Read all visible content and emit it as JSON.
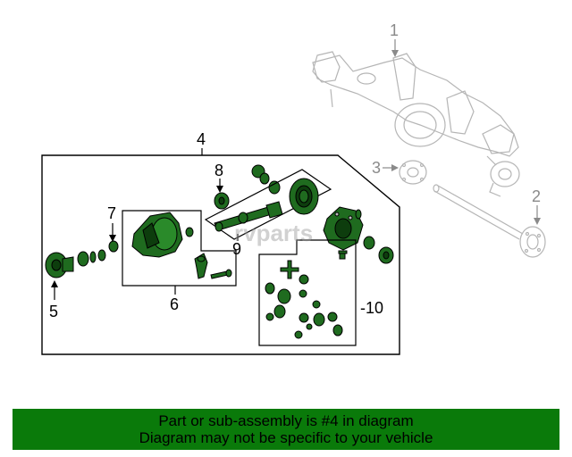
{
  "callouts": {
    "c1": "1",
    "c2": "2",
    "c3": "3",
    "c4": "4",
    "c5": "5",
    "c6": "6",
    "c7": "7",
    "c8": "8",
    "c9": "9",
    "c10": "-10"
  },
  "watermark": "rvparts",
  "banner": {
    "line1": "Part or sub-assembly is #4 in diagram",
    "line2": "Diagram may not be specific to your vehicle"
  },
  "colors": {
    "highlight_part": "#1f6b1f",
    "banner_bg": "#0a7a0a",
    "ghost_part": "#b0b0b0"
  }
}
